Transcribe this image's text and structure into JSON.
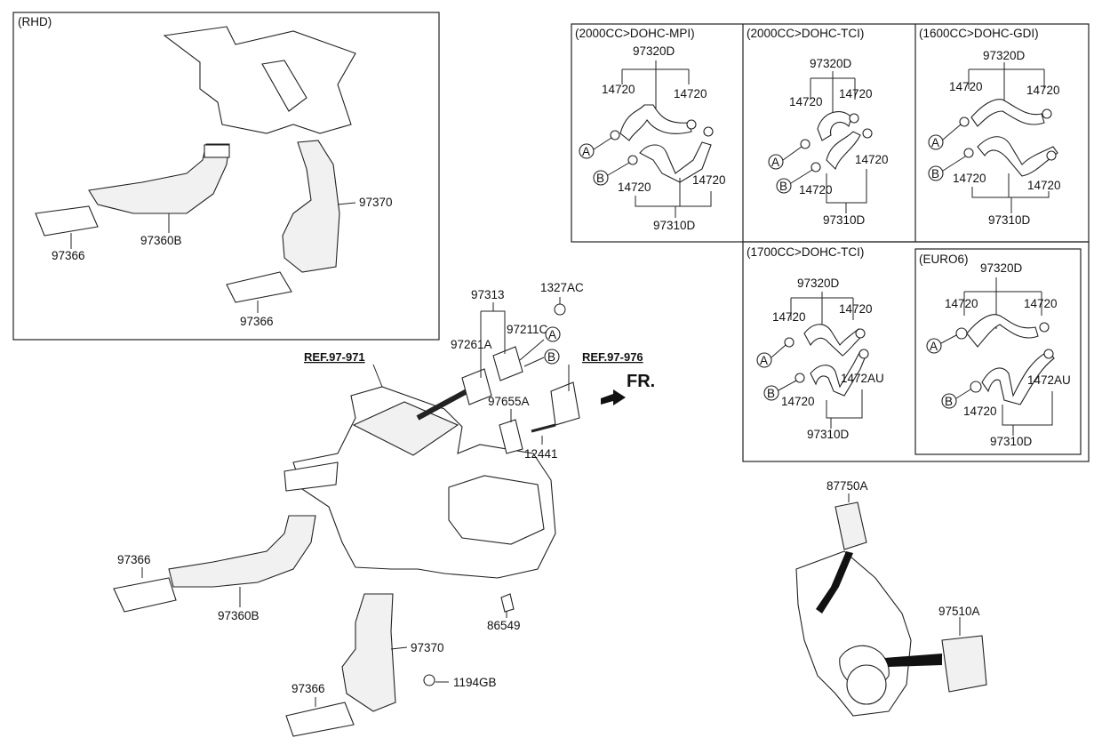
{
  "title_rhd": "(RHD)",
  "rhd": {
    "p1": "97370",
    "p2": "97366",
    "p3": "97360B",
    "p4": "97366"
  },
  "main": {
    "ref1": "REF.97-971",
    "ref2": "REF.97-976",
    "fr": "FR.",
    "labels": {
      "l97313": "97313",
      "l1327AC": "1327AC",
      "l97211C": "97211C",
      "l97261A": "97261A",
      "l97655A": "97655A",
      "l12441": "12441",
      "l97366a": "97366",
      "l97360B": "97360B",
      "l86549": "86549",
      "l97370": "97370",
      "l1194GB": "1194GB",
      "l97366b": "97366"
    },
    "markA": "A",
    "markB": "B"
  },
  "variants": [
    {
      "title": "(2000CC>DOHC-MPI)",
      "top": "97320D",
      "clipL": "14720",
      "clipR": "14720",
      "clipBL": "14720",
      "clipBR": "14720",
      "bottom": "97310D"
    },
    {
      "title": "(2000CC>DOHC-TCI)",
      "top": "97320D",
      "clipL": "14720",
      "clipR": "14720",
      "clipBL": "14720",
      "clipBR": "14720",
      "bottom": "97310D"
    },
    {
      "title": "(1600CC>DOHC-GDI)",
      "top": "97320D",
      "clipL": "14720",
      "clipR": "14720",
      "clipBL": "14720",
      "clipBR": "14720",
      "bottom": "97310D"
    },
    {
      "title": "(1700CC>DOHC-TCI)",
      "top": "97320D",
      "clipL": "14720",
      "clipR": "14720",
      "clipBL": "14720",
      "clipBR": "1472AU",
      "bottom": "97310D"
    },
    {
      "title": "(EURO6)",
      "top": "97320D",
      "clipL": "14720",
      "clipR": "14720",
      "clipBL": "14720",
      "clipBR": "1472AU",
      "bottom": "97310D"
    }
  ],
  "car": {
    "p1": "87750A",
    "p2": "97510A"
  }
}
